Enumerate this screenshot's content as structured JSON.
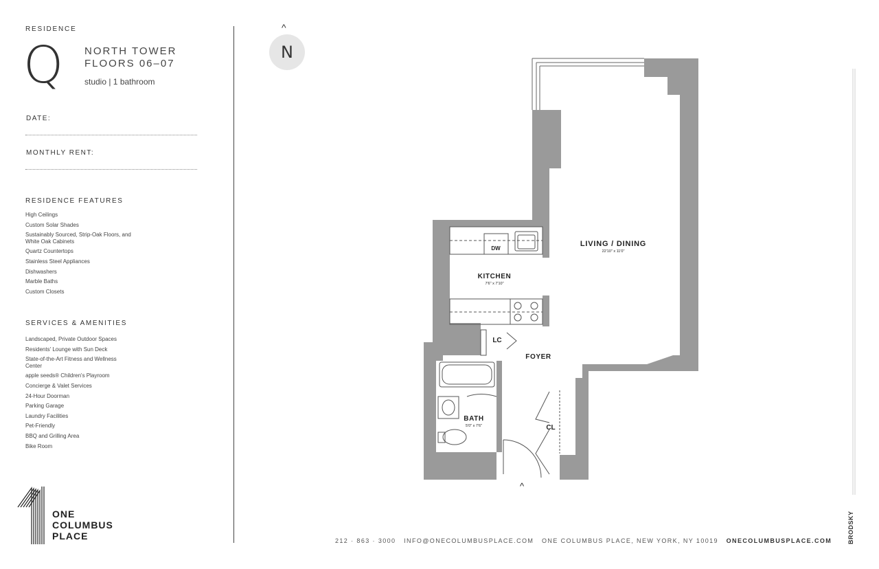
{
  "header": {
    "residence_label": "RESIDENCE",
    "residence_letter": "Q",
    "tower": "NORTH TOWER",
    "floors": "FLOORS 06–07",
    "unit_type": "studio | 1 bathroom"
  },
  "form": {
    "date_label": "DATE:",
    "rent_label": "MONTHLY RENT:"
  },
  "features": {
    "title": "RESIDENCE FEATURES",
    "items": [
      "High Ceilings",
      "Custom Solar Shades",
      "Sustainably Sourced, Strip-Oak Floors, and White Oak Cabinets",
      "Quartz Countertops",
      "Stainless Steel Appliances",
      "Dishwashers",
      "Marble Baths",
      "Custom Closets"
    ]
  },
  "amenities": {
    "title": "SERVICES & AMENITIES",
    "items": [
      "Landscaped, Private Outdoor Spaces",
      "Residents' Lounge with Sun Deck",
      "State-of-the-Art Fitness and Wellness Center",
      "apple seeds® Children's Playroom",
      "Concierge & Valet Services",
      "24-Hour Doorman",
      "Parking Garage",
      "Laundry Facilities",
      "Pet-Friendly",
      "BBQ and Grilling Area",
      "Bike Room"
    ]
  },
  "logo": {
    "line1": "ONE",
    "line2": "COLUMBUS",
    "line3": "PLACE"
  },
  "compass": {
    "caret": "^",
    "letter": "N"
  },
  "floorplan": {
    "living_name": "LIVING / DINING",
    "living_dim": "22'10\" x 11'0\"",
    "kitchen_name": "KITCHEN",
    "kitchen_dim": "7'6\" x 7'10\"",
    "dw": "DW",
    "lc": "LC",
    "foyer": "FOYER",
    "bath_name": "BATH",
    "bath_dim": "5'0\" x 7'6\"",
    "cl": "CL",
    "entry_caret": "^"
  },
  "footer": {
    "phone": "212 · 863 · 3000",
    "email": "INFO@ONECOLUMBUSPLACE.COM",
    "address": "ONE COLUMBUS PLACE, NEW YORK, NY 10019",
    "website": "ONECOLUMBUSPLACE.COM"
  },
  "side": {
    "brodsky": "BRODSKY"
  },
  "colors": {
    "wall": "#9a9a9a",
    "compass_bg": "#e6e6e6",
    "text": "#333333"
  }
}
